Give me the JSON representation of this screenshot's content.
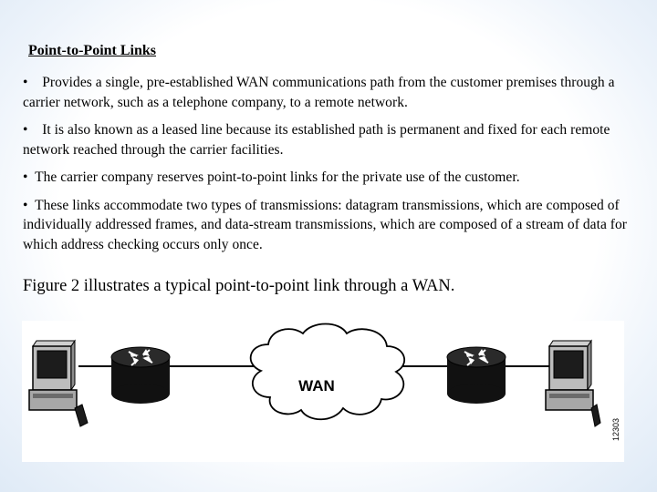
{
  "slide": {
    "title": "Point-to-Point Links",
    "bullets": [
      {
        "marker": "•",
        "text": "Provides a single, pre-established WAN communications path from the customer premises through a carrier network, such as a telephone company, to a remote network."
      },
      {
        "marker": "•",
        "text": "It is also known as a leased line because its established path is permanent and fixed for each remote network reached through the carrier facilities."
      },
      {
        "marker": "•",
        "text": "The carrier company reserves point-to-point links for the private use of the customer."
      },
      {
        "marker": "•",
        "text": "These links accommodate two types of transmissions: datagram transmissions, which are composed of individually addressed frames, and data-stream transmissions, which are composed of a stream of data for which address checking occurs only once."
      }
    ],
    "figure_caption": "Figure 2 illustrates a typical point-to-point link through a WAN."
  },
  "diagram": {
    "cloud_label": "WAN",
    "figure_id": "12303",
    "icons": [
      "computer-terminal-icon",
      "router-icon",
      "wan-cloud-icon",
      "router-icon",
      "computer-terminal-icon"
    ]
  }
}
